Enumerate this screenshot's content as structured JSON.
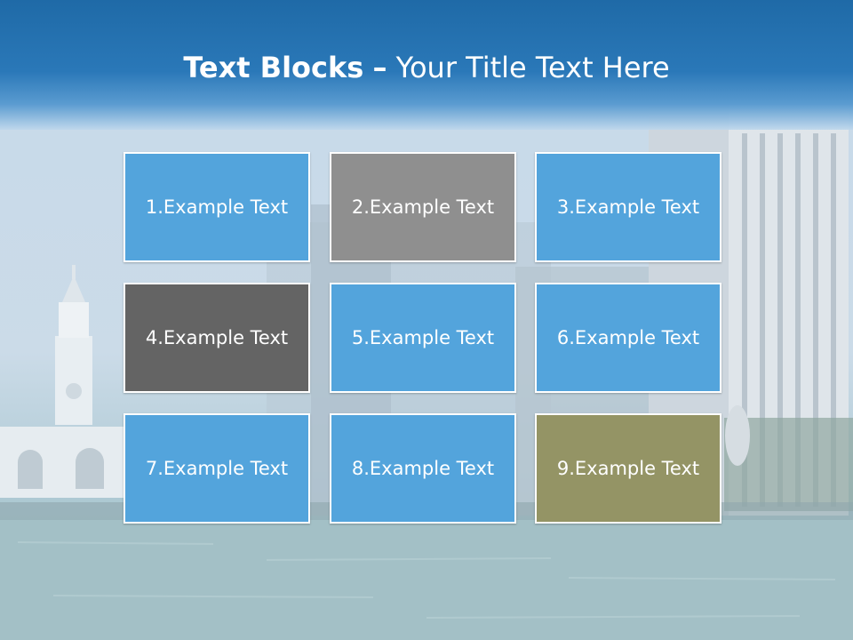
{
  "title": {
    "bold": "Text Blocks",
    "dash": "–",
    "rest": "Your Title Text Here"
  },
  "colors": {
    "header_blue": "#2a78b8",
    "block_blue": "#53a4dc",
    "block_gray": "#8f8f8f",
    "block_dark_gray": "#646464",
    "block_olive": "#949465",
    "border": "#ffffff",
    "text": "#ffffff"
  },
  "blocks": [
    {
      "label": "1.Example Text",
      "color": "#53a4dc"
    },
    {
      "label": "2.Example Text",
      "color": "#8f8f8f"
    },
    {
      "label": "3.Example Text",
      "color": "#53a4dc"
    },
    {
      "label": "4.Example Text",
      "color": "#646464"
    },
    {
      "label": "5.Example Text",
      "color": "#53a4dc"
    },
    {
      "label": "6.Example Text",
      "color": "#53a4dc"
    },
    {
      "label": "7.Example Text",
      "color": "#53a4dc"
    },
    {
      "label": "8.Example Text",
      "color": "#53a4dc"
    },
    {
      "label": "9.Example Text",
      "color": "#949465"
    }
  ]
}
